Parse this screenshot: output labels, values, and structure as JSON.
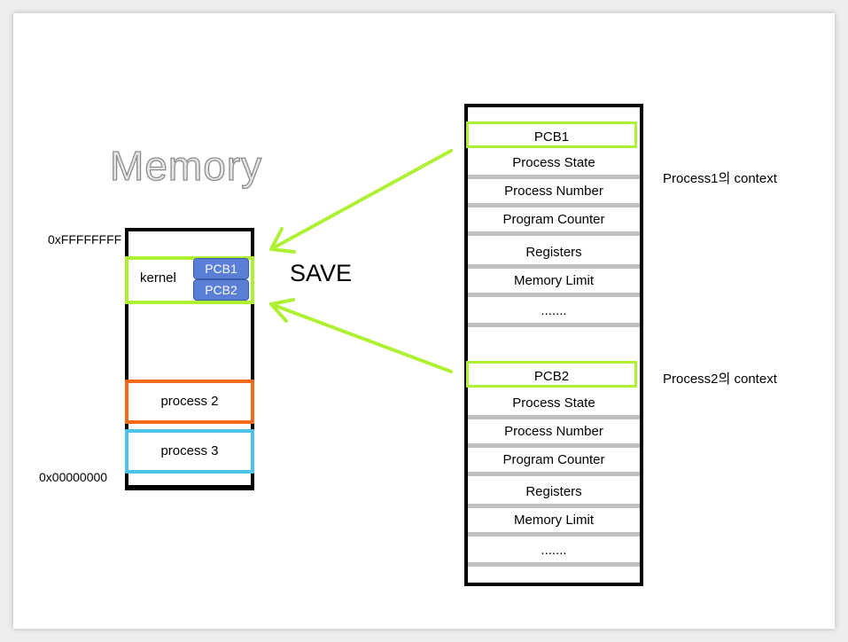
{
  "memory": {
    "title": "Memory",
    "addr_top": "0xFFFFFFFF",
    "addr_bottom": "0x00000000",
    "kernel_label": "kernel",
    "pcb_chips": [
      "PCB1",
      "PCB2"
    ],
    "process2": "process 2",
    "process3": "process 3"
  },
  "save_label": "SAVE",
  "pcb1": {
    "header": "PCB1",
    "fields": [
      "Process State",
      "Process Number",
      "Program Counter",
      "Registers",
      "Memory Limit",
      "......."
    ],
    "context_label": "Process1의 context"
  },
  "pcb2": {
    "header": "PCB2",
    "fields": [
      "Process State",
      "Process Number",
      "Program Counter",
      "Registers",
      "Memory Limit",
      "......."
    ],
    "context_label": "Process2의 context"
  },
  "colors": {
    "kernel_border": "#aef134",
    "process2_border": "#f26a1b",
    "process3_border": "#4ec3ea",
    "pcb_chip": "#5b7ed6",
    "arrow": "#aef134"
  }
}
